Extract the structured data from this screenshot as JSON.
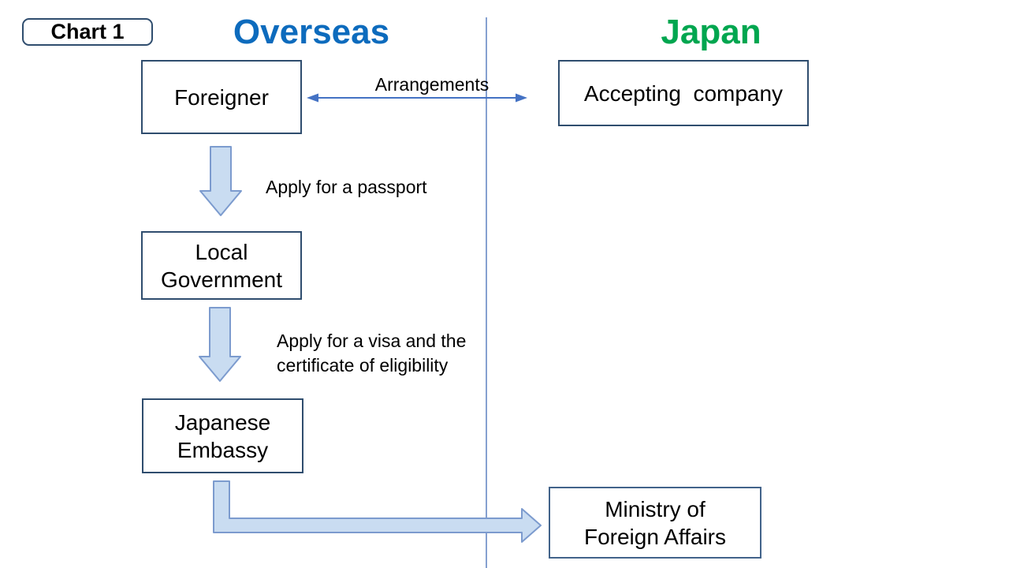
{
  "page": {
    "chart_label": "Chart 1"
  },
  "headings": {
    "overseas": "Overseas",
    "japan": "Japan"
  },
  "nodes": {
    "foreigner": {
      "label": "Foreigner"
    },
    "accepting_company": {
      "label": "Accepting  company"
    },
    "local_government": {
      "lines": [
        "Local",
        "Government"
      ]
    },
    "japanese_embassy": {
      "lines": [
        "Japanese",
        "Embassy"
      ]
    },
    "ministry_foreign_affairs": {
      "lines": [
        "Ministry of",
        "Foreign Affairs"
      ]
    }
  },
  "annotations": {
    "arrangements": "Arrangements",
    "apply_passport": "Apply for a passport",
    "apply_visa": {
      "lines": [
        "Apply for a visa and the",
        "certificate of eligibility"
      ]
    }
  },
  "arrows": [
    {
      "id": "arrangements-arrow",
      "type": "double-headed-line",
      "from": "foreigner",
      "to": "accepting_company"
    },
    {
      "id": "down-arrow-passport",
      "type": "block-arrow-down",
      "from": "foreigner",
      "to": "local_government"
    },
    {
      "id": "down-arrow-visa",
      "type": "block-arrow-down",
      "from": "local_government",
      "to": "japanese_embassy"
    },
    {
      "id": "embassy-to-ministry-arrow",
      "type": "block-arrow-elbow-right",
      "from": "japanese_embassy",
      "to": "ministry_foreign_affairs"
    }
  ],
  "colors": {
    "background": "#ffffff",
    "text": "#000000",
    "overseas_heading": "#0d6bbd",
    "japan_heading": "#00a64f",
    "box_border": "#2f4d6e",
    "divider_line": "#85a0d0",
    "block_arrow_fill": "#c9dcf1",
    "block_arrow_stroke": "#7c9bce",
    "thin_arrow": "#4472c4"
  }
}
